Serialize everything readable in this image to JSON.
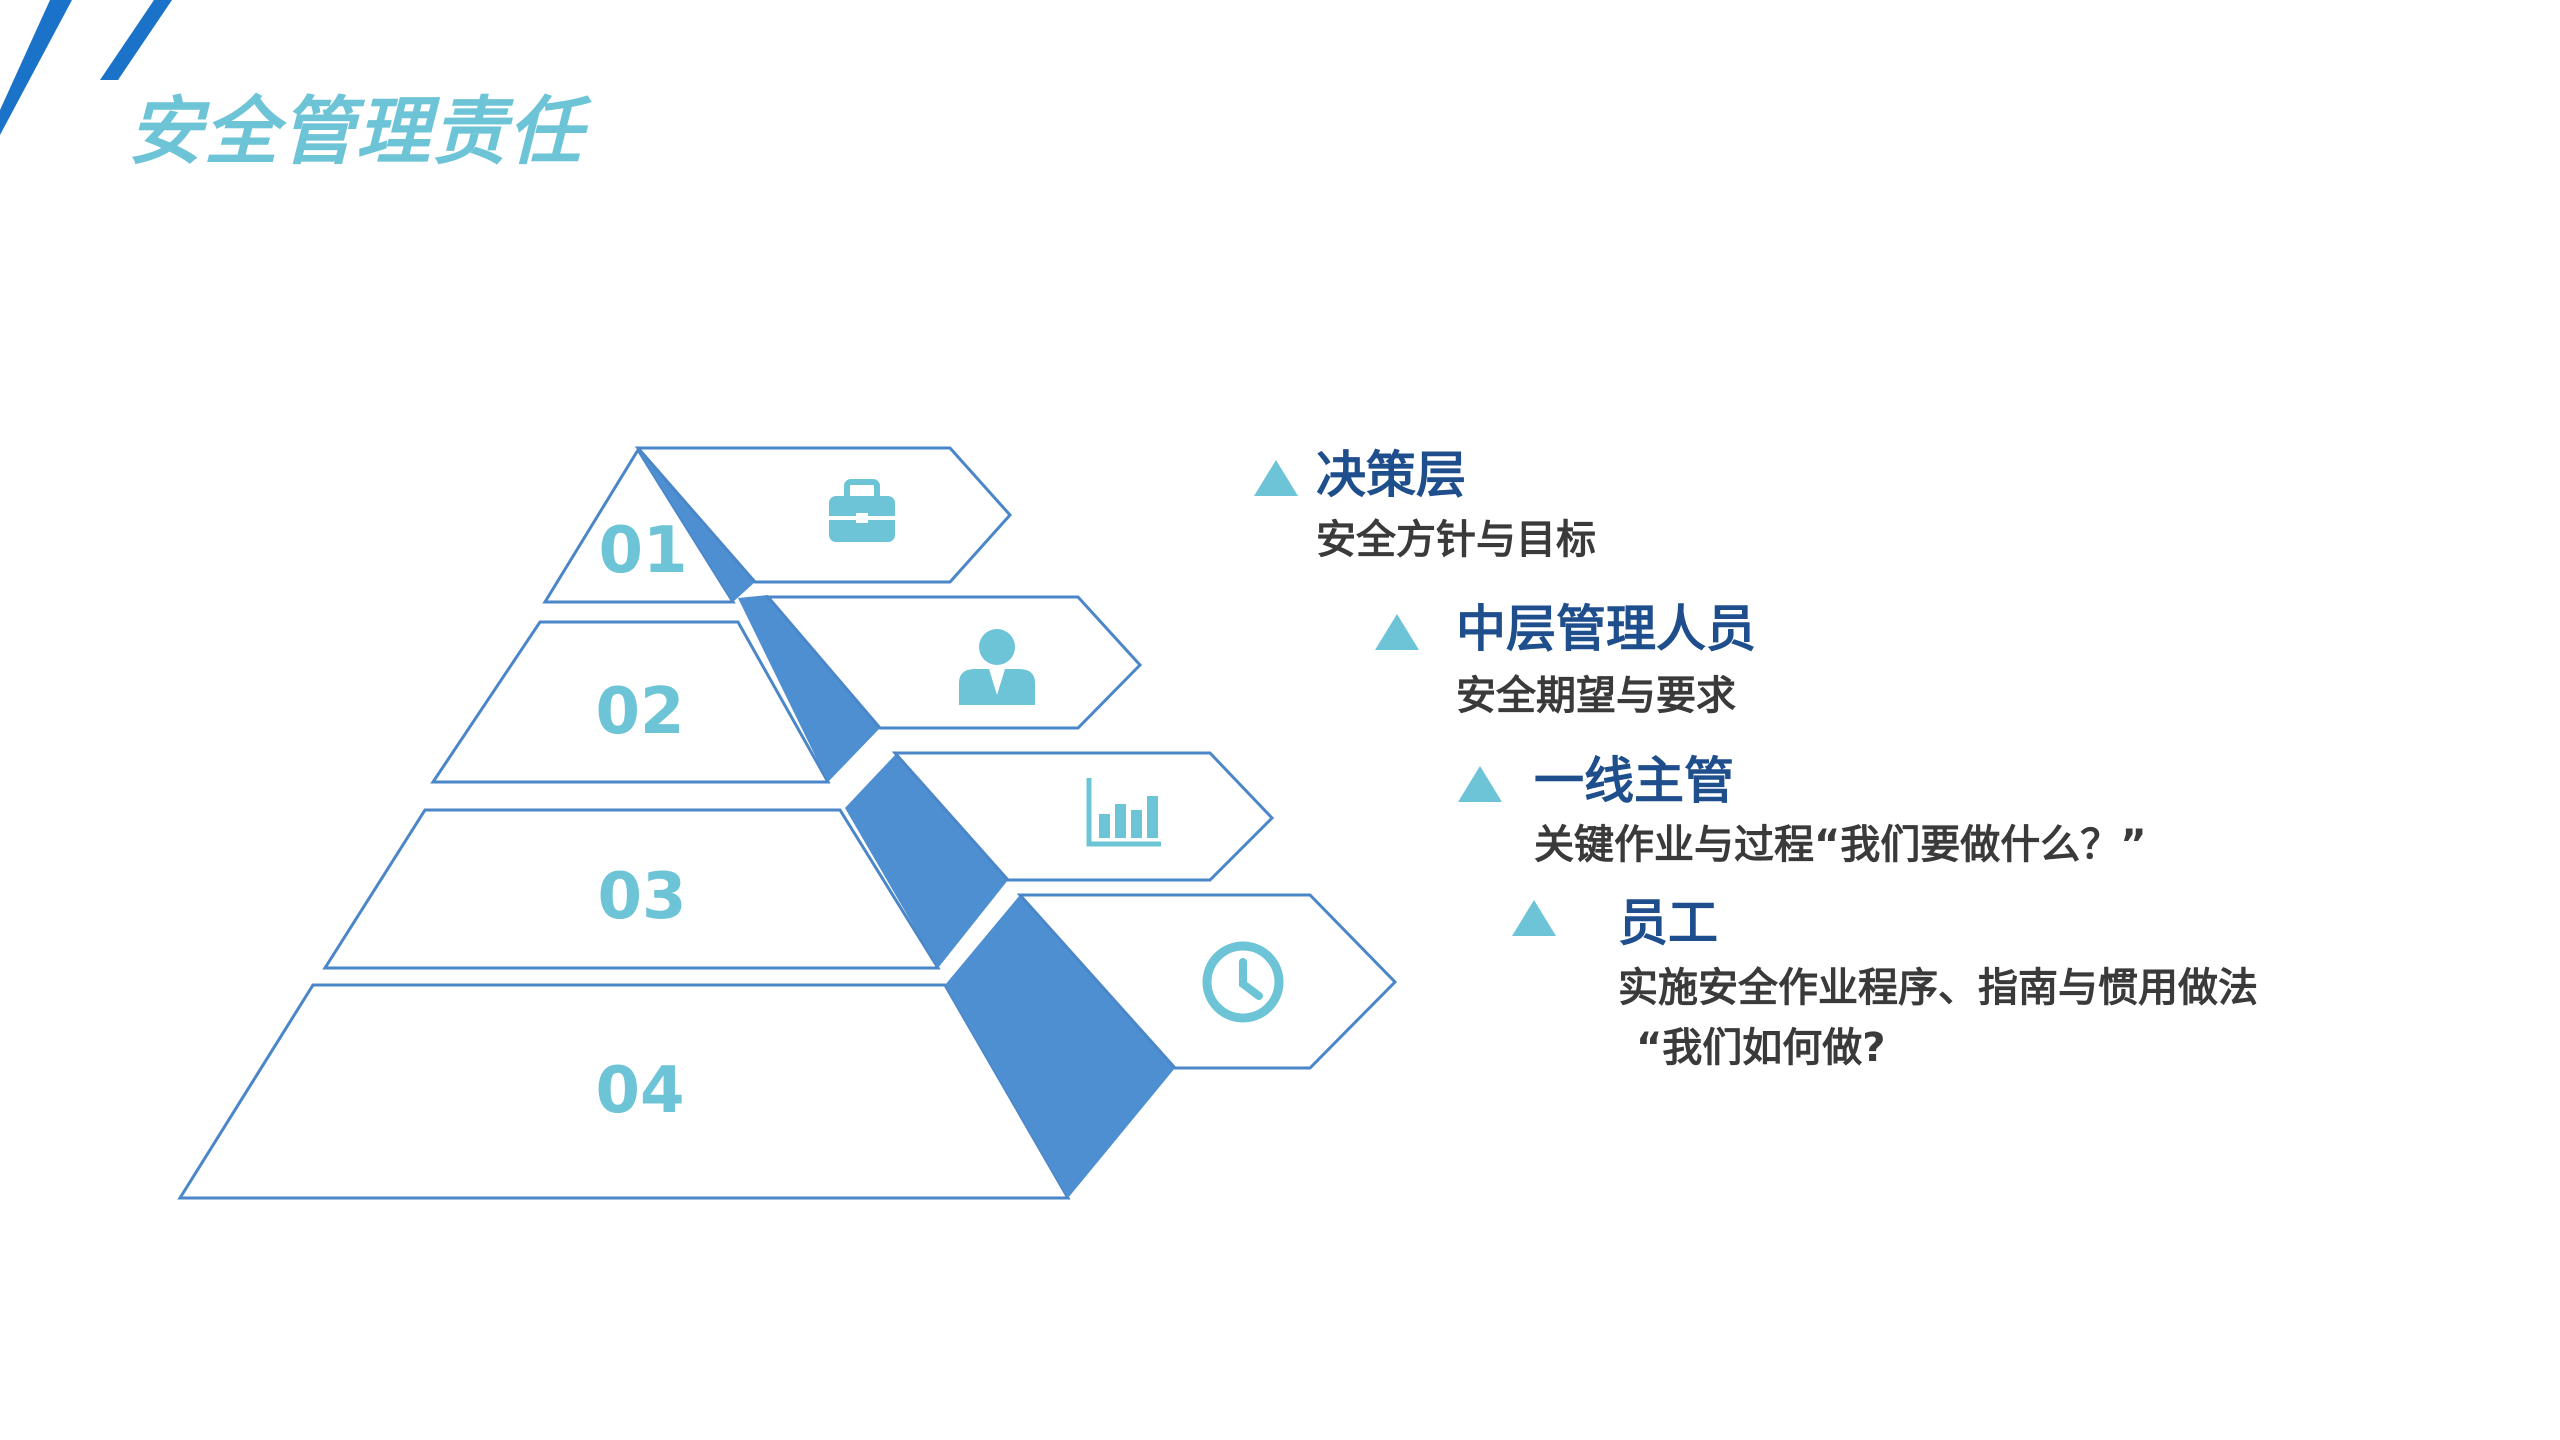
{
  "title": "安全管理责任",
  "pyramid": {
    "levels": [
      {
        "number": "01",
        "icon": "briefcase-icon"
      },
      {
        "number": "02",
        "icon": "person-icon"
      },
      {
        "number": "03",
        "icon": "bar-chart-icon"
      },
      {
        "number": "04",
        "icon": "clock-icon"
      }
    ]
  },
  "items": [
    {
      "title": "决策层",
      "lines": [
        "安全方针与目标"
      ]
    },
    {
      "title": "中层管理人员",
      "lines": [
        "安全期望与要求"
      ]
    },
    {
      "title": "一线主管",
      "lines": [
        "关键作业与过程“我们要做什么？”"
      ]
    },
    {
      "title": "员工",
      "lines": [
        "实施安全作业程序、指南与惯用做法",
        "“我们如何做?"
      ]
    }
  ],
  "colors": {
    "accent": "#6cc4d6",
    "outline": "#4a86c8",
    "side_fill": "#4d8fd0",
    "heading": "#1f4e8c",
    "body_text": "#3a3a3a",
    "corner_stripe": "#1a73c9"
  }
}
